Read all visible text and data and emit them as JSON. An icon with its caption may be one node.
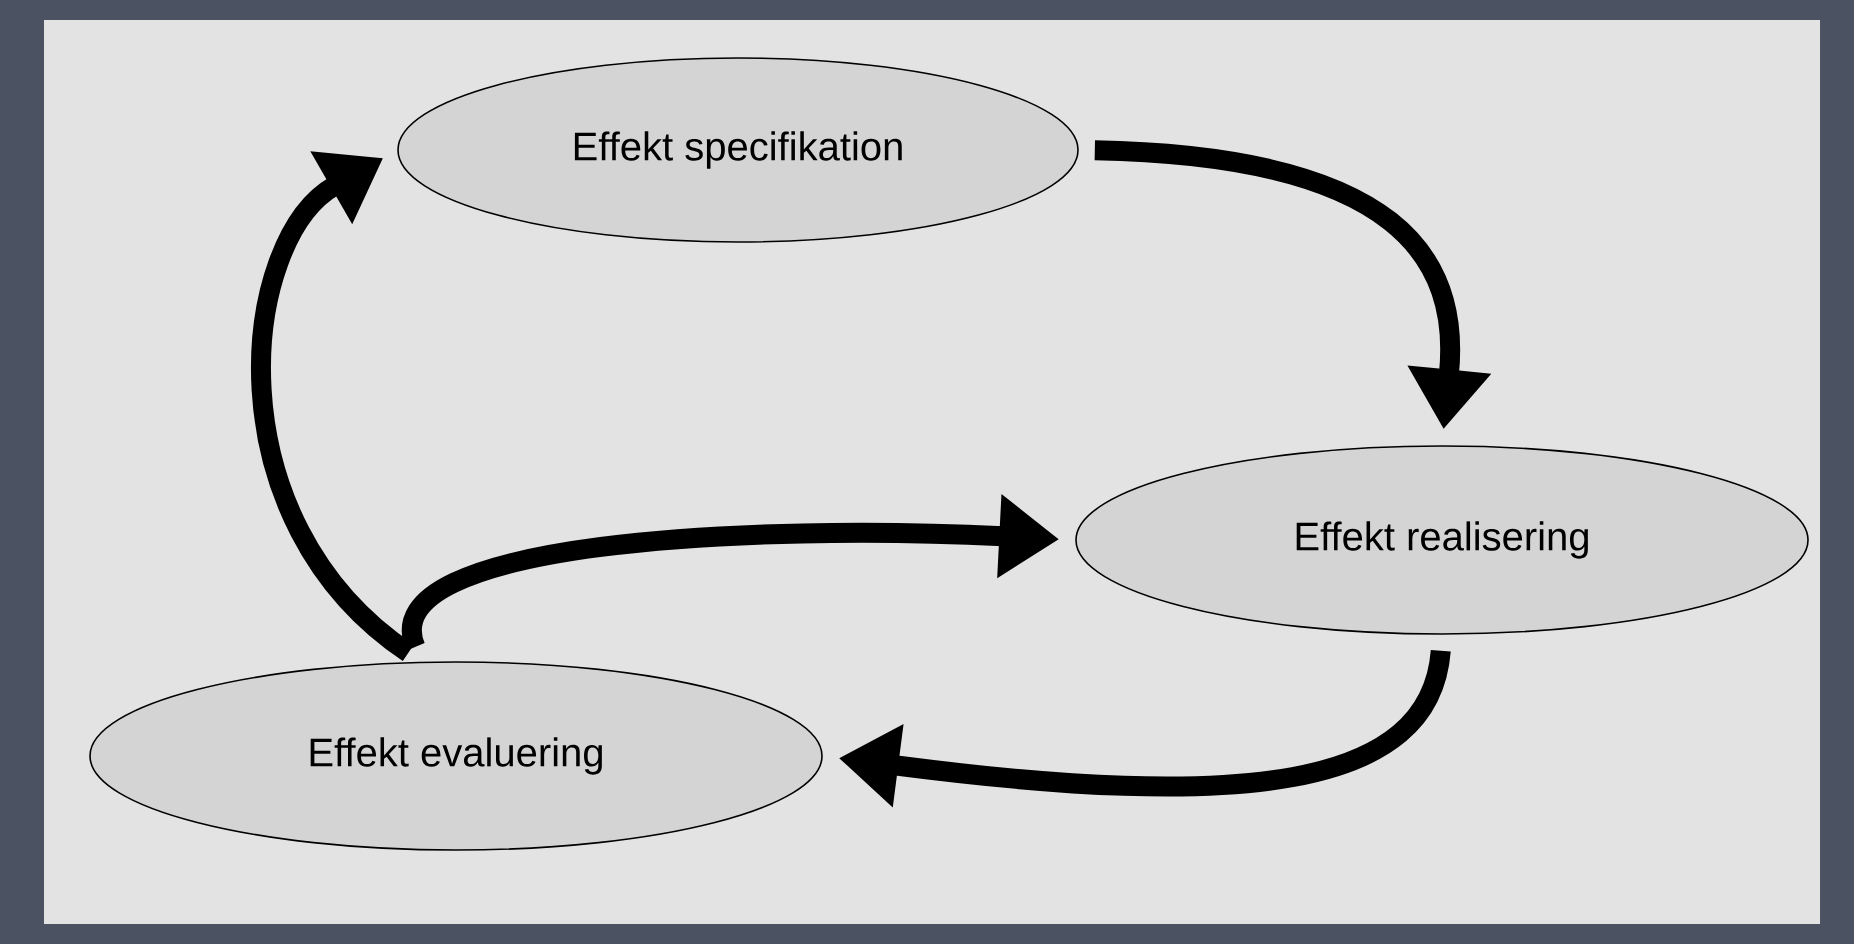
{
  "diagram": {
    "nodes": [
      {
        "text": [
          "Effekt specifikation"
        ]
      },
      {
        "text": [
          "Effekt realisering"
        ]
      },
      {
        "text": [
          "Effekt evaluering"
        ]
      }
    ],
    "edges": [
      {
        "from": 0,
        "to": 1,
        "arrow": "to"
      },
      {
        "from": 1,
        "to": 2,
        "arrow": "to"
      },
      {
        "from": 2,
        "to": 0,
        "arrow": "to"
      },
      {
        "from": 2,
        "to": 1,
        "arrow": "to"
      }
    ]
  }
}
